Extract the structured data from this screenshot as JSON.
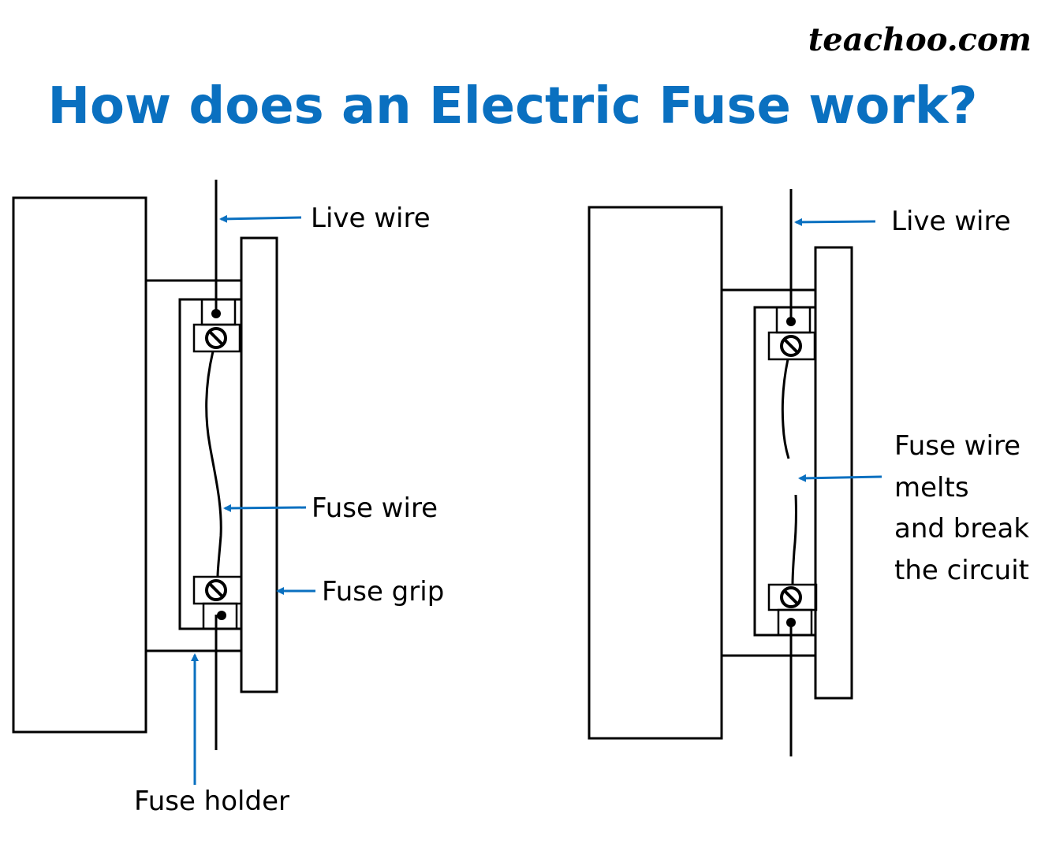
{
  "brand": "teachoo.com",
  "title": "How does an Electric Fuse work?",
  "colors": {
    "title": "#0a70c0",
    "arrow": "#0a70c0",
    "line": "#000000",
    "text": "#000000"
  },
  "left_diagram": {
    "labels": {
      "live_wire": "Live wire",
      "fuse_wire": "Fuse wire",
      "fuse_grip": "Fuse grip",
      "fuse_holder": "Fuse holder"
    }
  },
  "right_diagram": {
    "labels": {
      "live_wire": "Live wire",
      "melt_line1": "Fuse wire",
      "melt_line2": "melts",
      "melt_line3": "and break",
      "melt_line4": "the circuit"
    }
  }
}
